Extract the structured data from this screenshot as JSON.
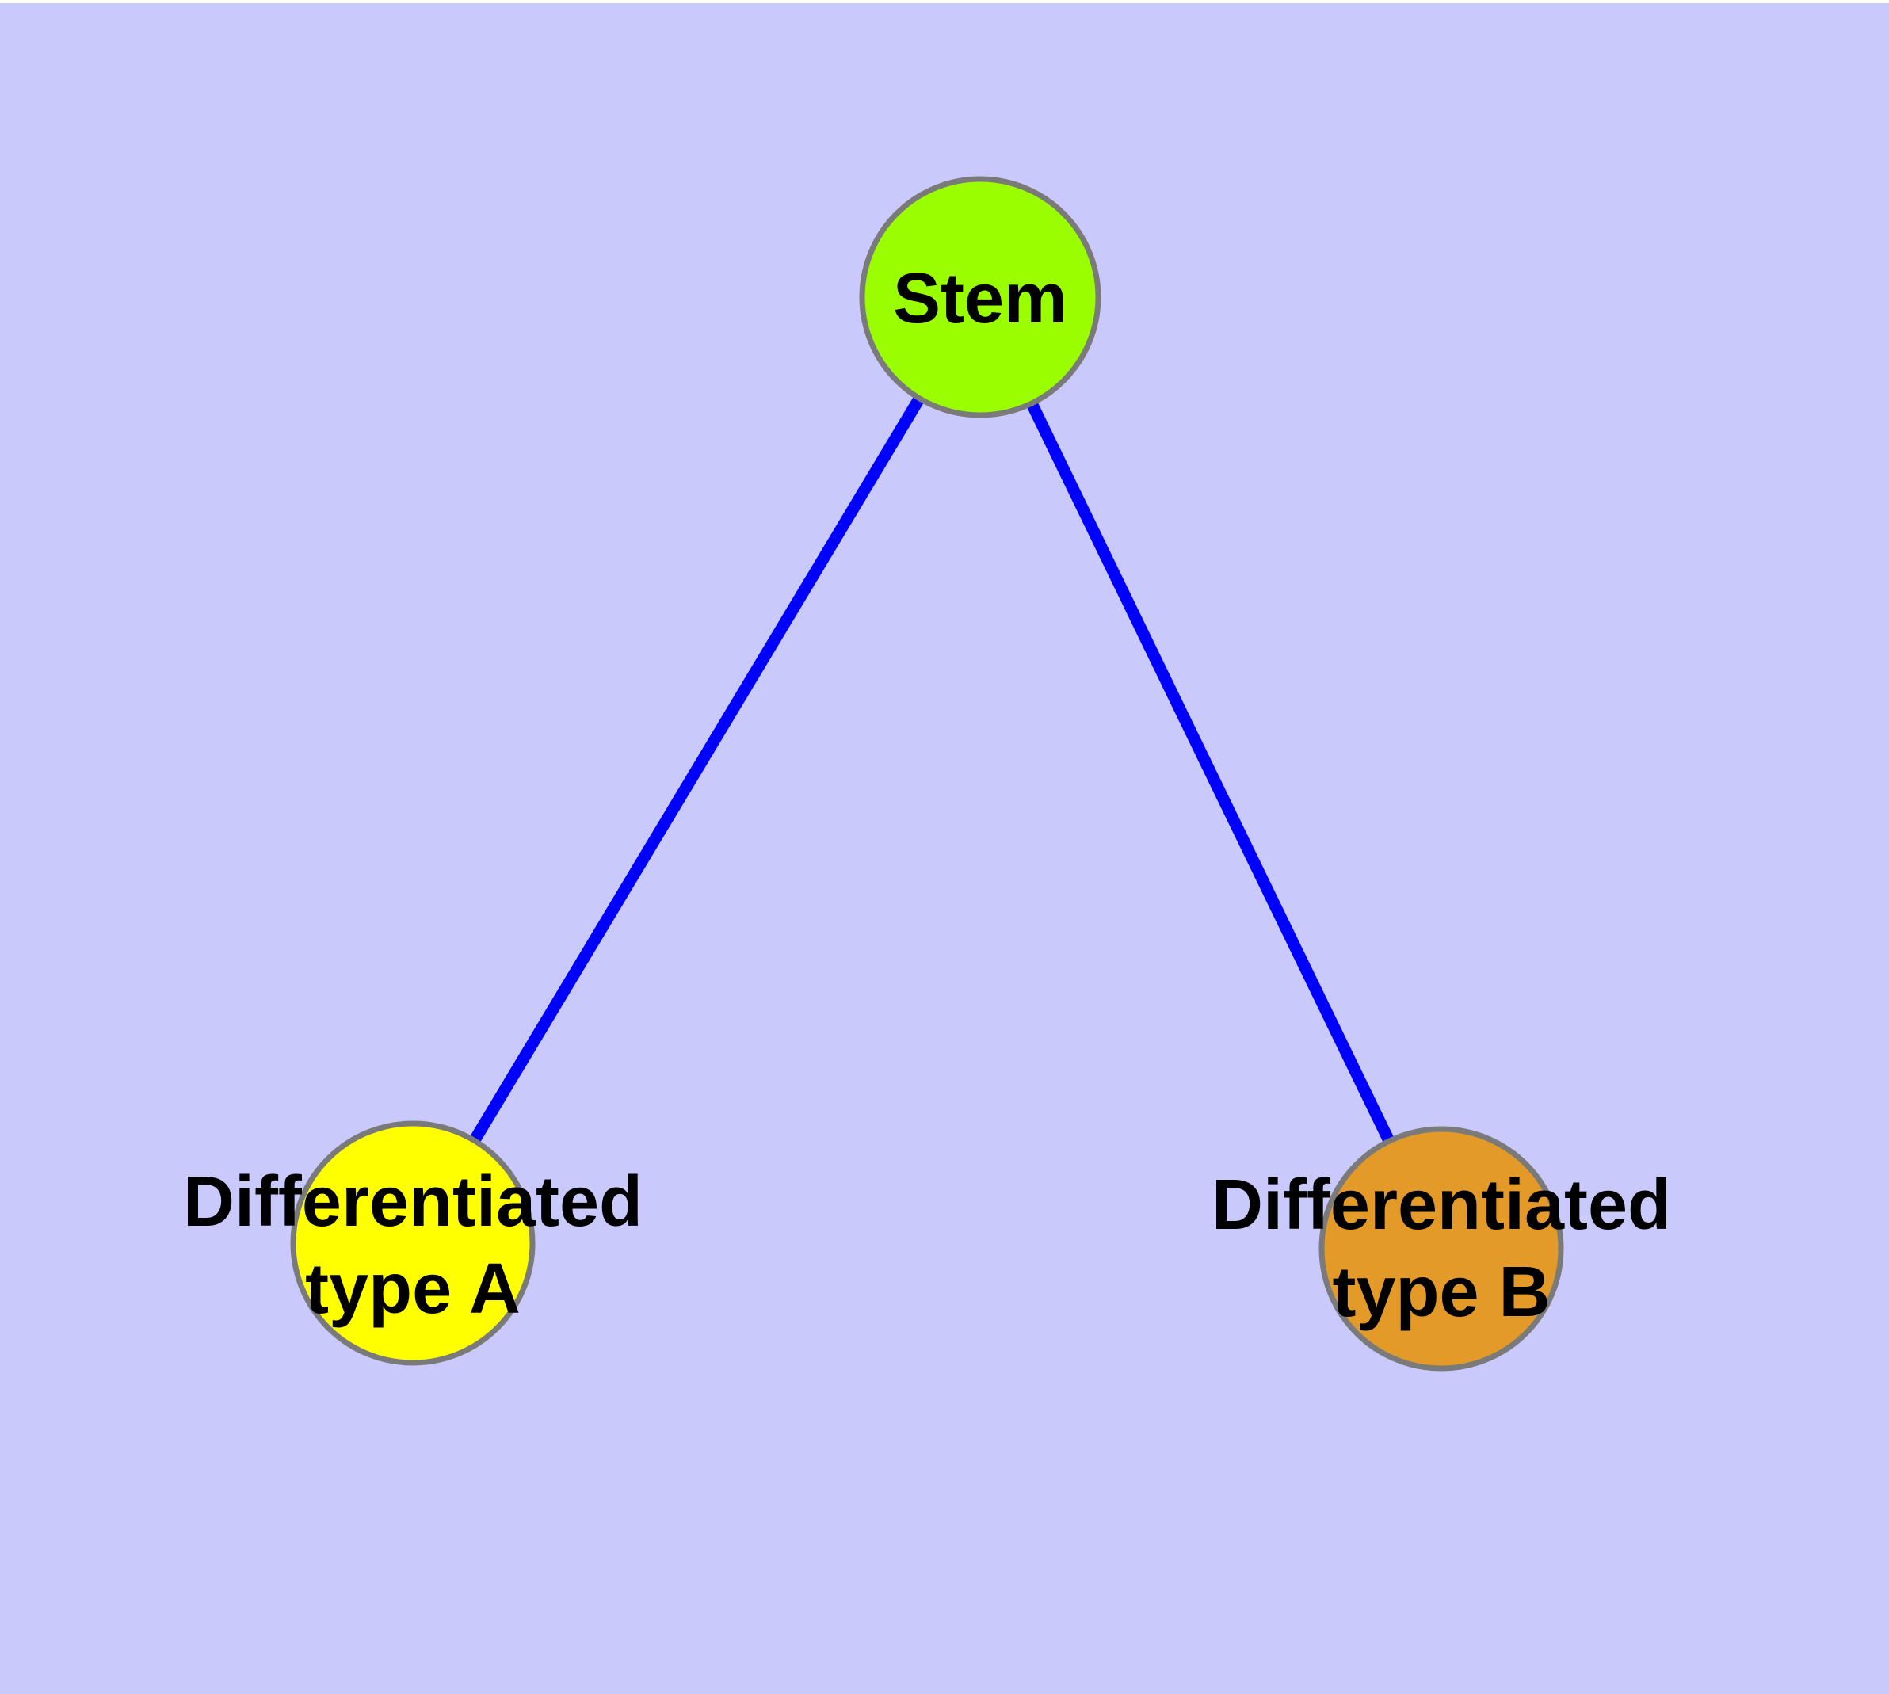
{
  "diagram": {
    "background_color": "#C9C9FB",
    "edge_color": "#0000FF",
    "node_border_color": "#7A7A7A",
    "label_color": "#000000",
    "nodes": {
      "stem": {
        "label": "Stem",
        "fill": "#9AFE00"
      },
      "type_a": {
        "label_line1": "Differentiated",
        "label_line2": "type A",
        "label_full": "Differentiated type A",
        "fill": "#FFFF00"
      },
      "type_b": {
        "label_line1": "Differentiated",
        "label_line2": "type B",
        "label_full": "Differentiated type B",
        "fill": "#E39A28"
      }
    },
    "edges": [
      {
        "from": "Stem",
        "to": "Differentiated type A"
      },
      {
        "from": "Stem",
        "to": "Differentiated type B"
      }
    ]
  }
}
